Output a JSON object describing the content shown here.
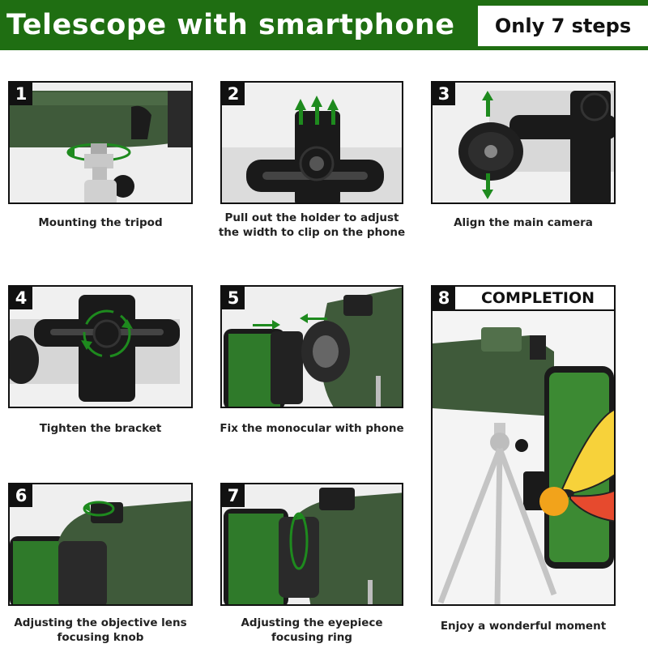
{
  "header": {
    "title": "Telescope with smartphone",
    "badge": "Only 7 steps",
    "color": "#1f6e12"
  },
  "steps": [
    {
      "number": "1",
      "caption": "Mounting the tripod"
    },
    {
      "number": "2",
      "caption_line1": "Pull out the holder to adjust",
      "caption_line2": "the width to clip on the phone"
    },
    {
      "number": "3",
      "caption": "Align the main camera"
    },
    {
      "number": "4",
      "caption": "Tighten the bracket"
    },
    {
      "number": "5",
      "caption": "Fix the monocular with phone"
    },
    {
      "number": "6",
      "caption_line1": "Adjusting the objective lens",
      "caption_line2": "focusing knob"
    },
    {
      "number": "7",
      "caption_line1": "Adjusting the eyepiece",
      "caption_line2": "focusing ring"
    },
    {
      "number": "8",
      "label": "COMPLETION",
      "caption": "Enjoy a wonderful moment"
    }
  ],
  "colors": {
    "monocular_green": "#3f5a3a",
    "arrow_green": "#1e8a1e",
    "holder_black": "#1a1a1a"
  }
}
